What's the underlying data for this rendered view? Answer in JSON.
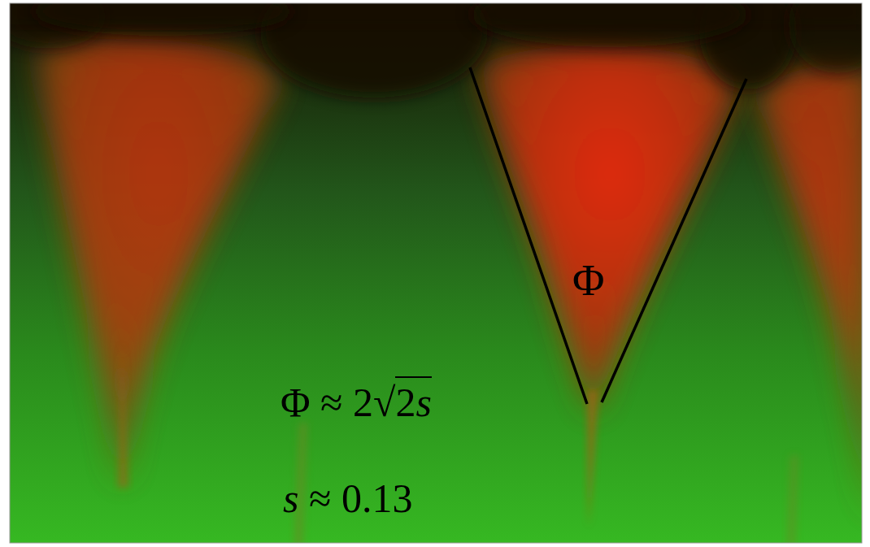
{
  "diagram": {
    "labels": [
      "Φ",
      "Φ ≈ 2√2s",
      "s ≈ 0.13"
    ]
  }
}
